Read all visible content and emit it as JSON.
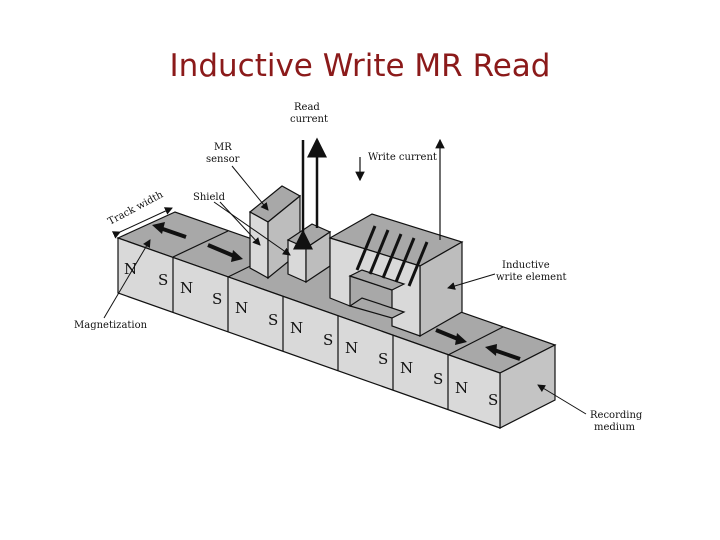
{
  "title": "Inductive Write MR Read",
  "labels": {
    "read_current_1": "Read",
    "read_current_2": "current",
    "mr_sensor_1": "MR",
    "mr_sensor_2": "sensor",
    "write_current": "Write current",
    "shield": "Shield",
    "track_width": "Track width",
    "inductive_1": "Inductive",
    "inductive_2": "write element",
    "magnetization": "Magnetization",
    "recording_1": "Recording",
    "recording_2": "medium"
  },
  "poles": [
    "N",
    "S",
    "N",
    "S",
    "N",
    "S",
    "N",
    "S",
    "N",
    "S",
    "N",
    "S",
    "N",
    "S"
  ],
  "colors": {
    "title": "#8b1a1a",
    "block_front": "#d9d9d9",
    "block_top": "#a8a8a8"
  }
}
